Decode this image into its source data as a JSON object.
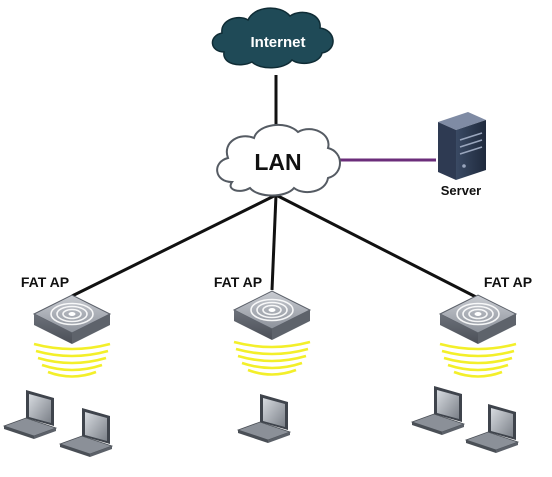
{
  "nodes": {
    "internet": {
      "label": "Internet"
    },
    "lan": {
      "label": "LAN"
    },
    "server": {
      "label": "Server"
    },
    "ap_left": {
      "label": "FAT AP"
    },
    "ap_middle": {
      "label": "FAT AP"
    },
    "ap_right": {
      "label": "FAT AP"
    }
  },
  "icons": {
    "internet": "cloud-icon",
    "lan": "cloud-icon",
    "server": "server-icon",
    "ap": "access-point-icon",
    "wireless": "wireless-signal-icon",
    "client": "laptop-icon"
  },
  "colors": {
    "internet_cloud": "#1f4a57",
    "lan_cloud": "#ffffff",
    "wired_link": "#111111",
    "server_link": "#6b2d7a",
    "wireless_signal": "#f3ef2a"
  }
}
